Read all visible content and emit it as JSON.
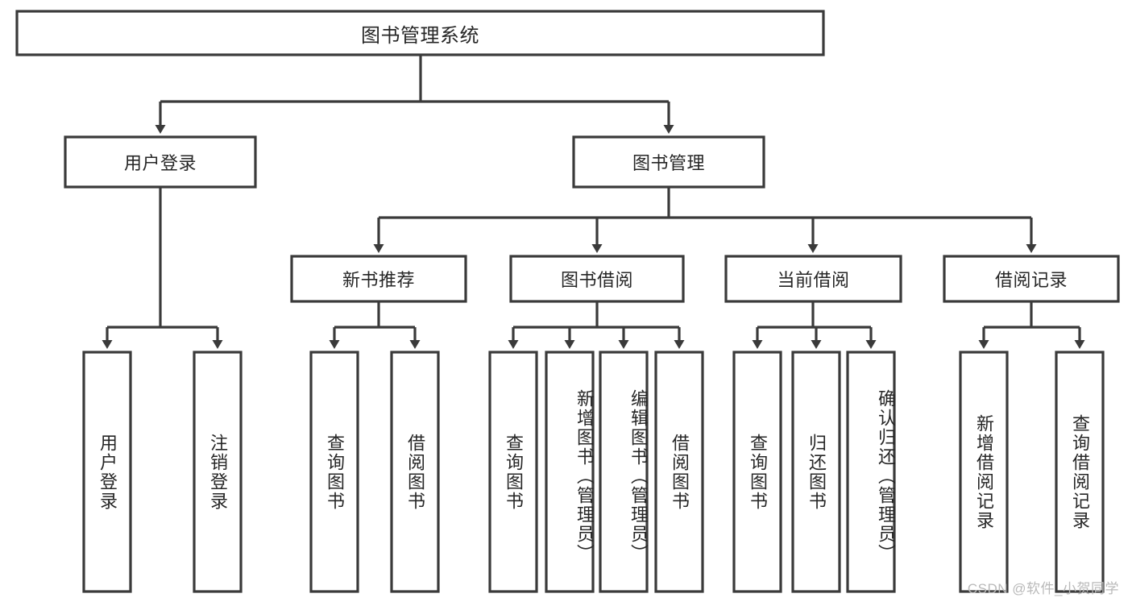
{
  "diagram": {
    "type": "tree-hierarchy-diagram",
    "title_node": {
      "id": "root",
      "label": "图书管理系统"
    },
    "level2": [
      {
        "id": "user-login",
        "label": "用户登录"
      },
      {
        "id": "book-management",
        "label": "图书管理"
      }
    ],
    "level3": [
      {
        "id": "new-book-recommend",
        "label": "新书推荐",
        "parent": "book-management"
      },
      {
        "id": "book-borrow",
        "label": "图书借阅",
        "parent": "book-management"
      },
      {
        "id": "current-borrow",
        "label": "当前借阅",
        "parent": "book-management"
      },
      {
        "id": "borrow-record",
        "label": "借阅记录",
        "parent": "book-management"
      }
    ],
    "leaves": {
      "user-login": [
        {
          "id": "leaf-user-login",
          "label": "用户登录"
        },
        {
          "id": "leaf-user-logout",
          "label": "注销登录"
        }
      ],
      "new-book-recommend": [
        {
          "id": "leaf-query-book-1",
          "label": "查询图书"
        },
        {
          "id": "leaf-borrow-book-1",
          "label": "借阅图书"
        }
      ],
      "book-borrow": [
        {
          "id": "leaf-query-book-2",
          "label": "查询图书"
        },
        {
          "id": "leaf-add-book",
          "label": "新增图书（管理员）"
        },
        {
          "id": "leaf-edit-book",
          "label": "编辑图书（管理员）"
        },
        {
          "id": "leaf-borrow-book-2",
          "label": "借阅图书"
        }
      ],
      "current-borrow": [
        {
          "id": "leaf-query-book-3",
          "label": "查询图书"
        },
        {
          "id": "leaf-return-book",
          "label": "归还图书"
        },
        {
          "id": "leaf-confirm-return",
          "label": "确认归还（管理员）"
        }
      ],
      "borrow-record": [
        {
          "id": "leaf-add-record",
          "label": "新增借阅记录"
        },
        {
          "id": "leaf-query-record",
          "label": "查询借阅记录"
        }
      ]
    },
    "colors": {
      "box_stroke": "#3a3a3a",
      "box_fill": "#ffffff",
      "text": "#262626",
      "background": "#ffffff",
      "watermark_text": "#b9b9b9"
    }
  },
  "watermark": {
    "label": "CSDN @软件_小贺同学"
  }
}
